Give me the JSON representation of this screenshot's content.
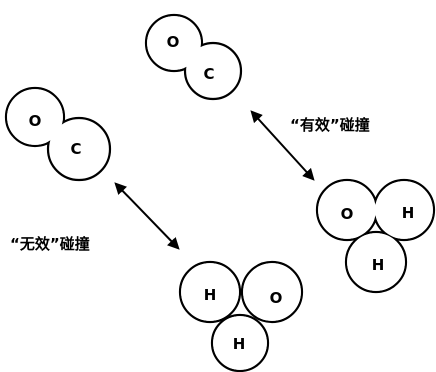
{
  "molecules": {
    "co_top": {
      "atom_a": "O",
      "atom_b": "C"
    },
    "co_left": {
      "atom_a": "O",
      "atom_b": "C"
    },
    "water_right": {
      "atom_o": "O",
      "atom_h1": "H",
      "atom_h2": "H"
    },
    "water_bottom": {
      "atom_h1": "H",
      "atom_o": "O",
      "atom_h2": "H"
    }
  },
  "labels": {
    "effective_collision": "“有效”碰撞",
    "ineffective_collision": "“无效”碰撞"
  },
  "colors": {
    "ink": "#000000",
    "background": "#ffffff"
  }
}
